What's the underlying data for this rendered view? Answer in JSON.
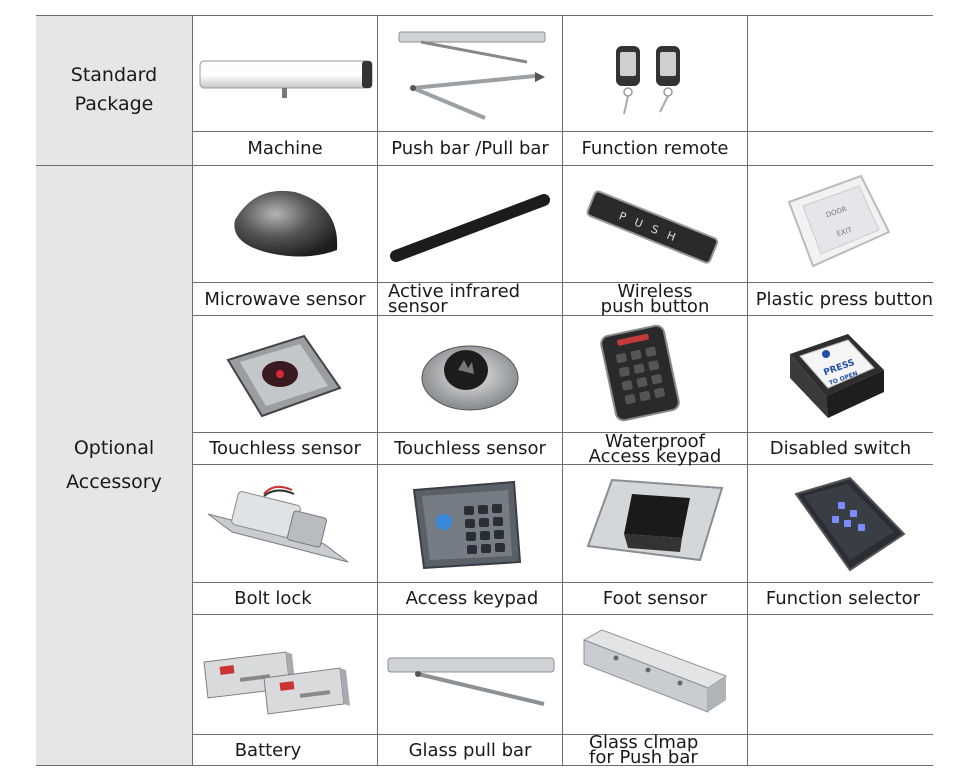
{
  "sections": {
    "standard": {
      "label_line1": "Standard",
      "label_line2": "Package",
      "items": [
        {
          "caption": "Machine",
          "icon": "door-operator-icon"
        },
        {
          "caption": "Push bar /Pull bar",
          "icon": "push-pull-arm-icon"
        },
        {
          "caption": "Function remote",
          "icon": "remote-control-icon"
        }
      ]
    },
    "optional": {
      "label_line1": "Optional",
      "label_line2": "Accessory",
      "items": [
        {
          "caption": "Microwave sensor",
          "icon": "microwave-sensor-icon"
        },
        {
          "caption_line1": "Active infrared",
          "caption_line2": "sensor",
          "icon": "infrared-sensor-icon"
        },
        {
          "caption_line1": "Wireless",
          "caption_line2": "push button",
          "icon": "wireless-push-button-icon",
          "printed_text": "PUSH"
        },
        {
          "caption": "Plastic press button",
          "icon": "exit-button-icon",
          "printed_text_1": "DOOR",
          "printed_text_2": "EXIT"
        },
        {
          "caption": "Touchless sensor",
          "icon": "touchless-sensor-square-icon"
        },
        {
          "caption": "Touchless sensor",
          "icon": "touchless-sensor-round-icon"
        },
        {
          "caption_line1": "Waterproof",
          "caption_line2": "Access keypad",
          "icon": "waterproof-keypad-icon"
        },
        {
          "caption": "Disabled switch",
          "icon": "disabled-switch-icon",
          "printed_text_1": "PRESS",
          "printed_text_2": "TO OPEN"
        },
        {
          "caption": "Bolt lock",
          "icon": "bolt-lock-icon"
        },
        {
          "caption": "Access keypad",
          "icon": "access-keypad-icon"
        },
        {
          "caption": "Foot sensor",
          "icon": "foot-sensor-icon"
        },
        {
          "caption": "Function selector",
          "icon": "function-selector-icon"
        },
        {
          "caption": "Battery",
          "icon": "battery-icon"
        },
        {
          "caption": "Glass pull bar",
          "icon": "glass-pull-bar-icon"
        },
        {
          "caption_line1": "Glass clmap",
          "caption_line2": "for Push bar",
          "icon": "glass-clamp-icon"
        }
      ]
    }
  }
}
